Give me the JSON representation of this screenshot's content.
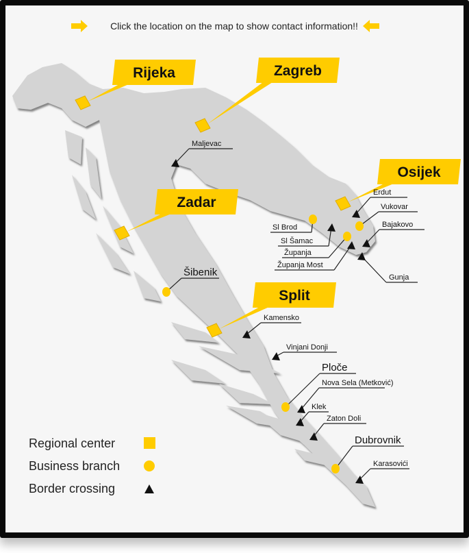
{
  "header": {
    "instruction": "Click the location on the map to show contact information!!"
  },
  "colors": {
    "accent": "#ffcc00",
    "land": "#d4d4d4",
    "background": "#f6f6f6"
  },
  "regional_centers": [
    {
      "name": "Rijeka"
    },
    {
      "name": "Zagreb"
    },
    {
      "name": "Zadar"
    },
    {
      "name": "Split"
    },
    {
      "name": "Osijek"
    }
  ],
  "business_branches": [
    {
      "name": "Sl Brod"
    },
    {
      "name": "Vukovar"
    },
    {
      "name": "Županja"
    },
    {
      "name": "Šibenik"
    },
    {
      "name": "Ploče"
    },
    {
      "name": "Dubrovnik"
    }
  ],
  "border_crossings": [
    {
      "name": "Maljevac"
    },
    {
      "name": "Erdut"
    },
    {
      "name": "Bajakovo"
    },
    {
      "name": "Sl Šamac"
    },
    {
      "name": "Županja Most"
    },
    {
      "name": "Gunja"
    },
    {
      "name": "Kamensko"
    },
    {
      "name": "Vinjani Donji"
    },
    {
      "name": "Nova Sela (Metković)"
    },
    {
      "name": "Klek"
    },
    {
      "name": "Zaton Doli"
    },
    {
      "name": "Karasovići"
    }
  ],
  "legend": [
    {
      "label": "Regional center",
      "icon": "square-icon"
    },
    {
      "label": "Business branch",
      "icon": "circle-icon"
    },
    {
      "label": "Border crossing",
      "icon": "triangle-icon"
    }
  ]
}
